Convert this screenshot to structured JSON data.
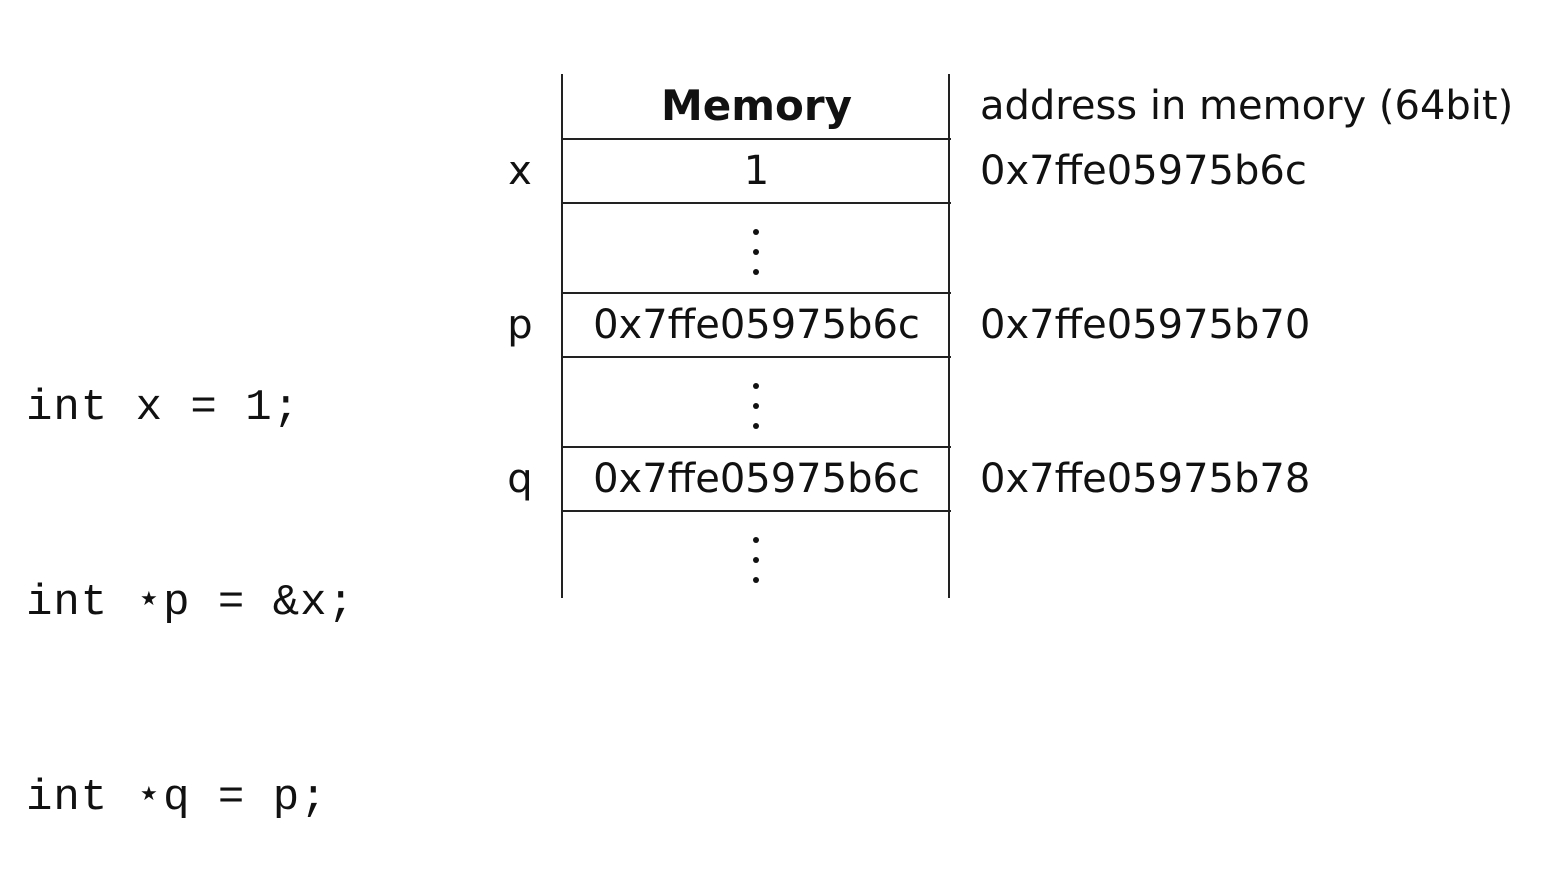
{
  "code_lines": [
    "int x = 1;",
    "int ⋆p = &x;",
    "int ⋆q = p;"
  ],
  "table": {
    "header": "Memory",
    "address_header": "address in memory (64bit)",
    "rows": [
      {
        "var": "x",
        "value": "1",
        "address": "0x7ffe05975b6c"
      },
      {
        "var": "p",
        "value": "0x7ffe05975b6c",
        "address": "0x7ffe05975b70"
      },
      {
        "var": "q",
        "value": "0x7ffe05975b6c",
        "address": "0x7ffe05975b78"
      }
    ]
  }
}
